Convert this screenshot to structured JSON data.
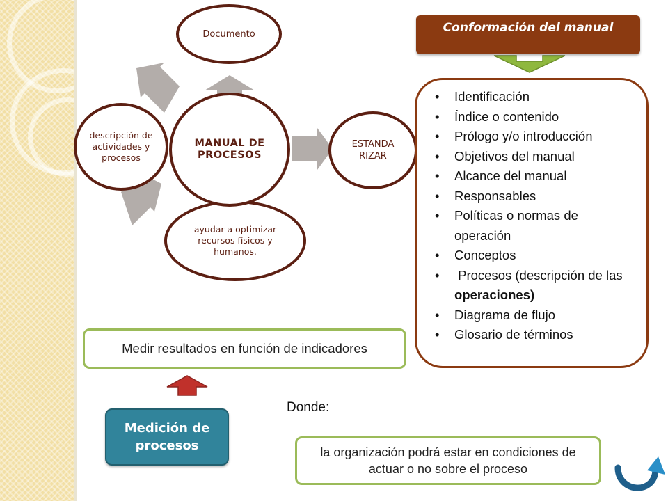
{
  "diagram": {
    "center_label": "MANUAL DE PROCESOS",
    "top_label": "Documento",
    "right_label": "ESTANDA RIZAR",
    "left_label": "descripción de actividades y procesos",
    "bottom_label": "ayudar a optimizar recursos físicos y humanos."
  },
  "manual": {
    "header": "Conformación del manual",
    "items": [
      {
        "text": "Identificación",
        "bold": ""
      },
      {
        "text": "Índice o contenido",
        "bold": ""
      },
      {
        "text": "Prólogo y/o introducción",
        "bold": ""
      },
      {
        "text": "Objetivos del manual",
        "bold": ""
      },
      {
        "text": "Alcance del manual",
        "bold": ""
      },
      {
        "text": "Responsables",
        "bold": ""
      },
      {
        "text": "Políticas o normas de operación",
        "bold": ""
      },
      {
        "text": "Conceptos",
        "bold": ""
      },
      {
        "text": " Procesos (descripción de las ",
        "bold": "operaciones)"
      },
      {
        "text": "Diagrama de flujo",
        "bold": ""
      },
      {
        "text": "Glosario de términos",
        "bold": ""
      }
    ]
  },
  "medir_label": "Medir resultados en función de indicadores",
  "medicion_label": "Medición de procesos",
  "donde_label": "Donde:",
  "organizacion_label": "la organización podrá estar en condiciones de actuar o no sobre el proceso",
  "colors": {
    "brown": "#8b3a11",
    "ellipse_border": "#5c1f12",
    "green_border": "#9bbb59",
    "teal": "#31849b",
    "grey_arrow": "#b3adaa",
    "red_arrow": "#c0312b",
    "blue_icon": "#1f5f8b"
  },
  "icons": {
    "down_arrow": "green-down-arrow-icon",
    "up_arrow": "red-up-arrow-icon",
    "return": "return-arrow-icon"
  }
}
